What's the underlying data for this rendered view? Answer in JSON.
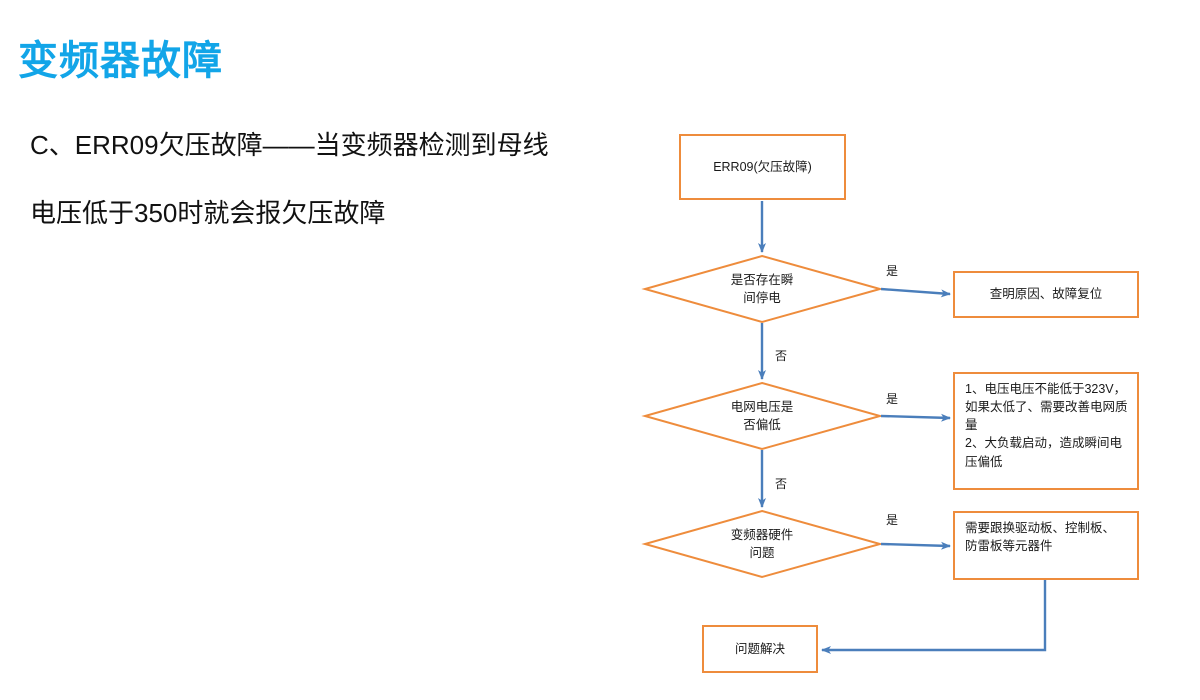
{
  "slide": {
    "title": "变频器故障",
    "title_color": "#12a5e8",
    "body_lines": [
      "C、ERR09欠压故障——当变频器检测到母线",
      "电压低于350时就会报欠压故障"
    ]
  },
  "flowchart": {
    "shape_border_color": "#ee8c3c",
    "connector_color": "#4a7ebb",
    "nodes": {
      "start": {
        "label": "ERR09(欠压故障)"
      },
      "decision_momentary_outage": {
        "line1": "是否存在瞬",
        "line2": "间停电"
      },
      "action_find_cause": {
        "label": "查明原因、故障复位"
      },
      "decision_grid_voltage_low": {
        "line1": "电网电压是",
        "line2": "否偏低"
      },
      "action_voltage_advice": {
        "line1": "1、电压电压不能低于323V，",
        "line2": "如果太低了、需要改善电网质",
        "line3": "量",
        "line4": "2、大负载启动，造成瞬间电",
        "line5": "压偏低"
      },
      "decision_hardware_issue": {
        "line1": "变频器硬件",
        "line2": "问题"
      },
      "action_replace_boards": {
        "line1": "需要跟换驱动板、控制板、",
        "line2": "防雷板等元器件"
      },
      "end_resolved": {
        "label": "问题解决"
      }
    },
    "edge_labels": {
      "yes_1": "是",
      "no_1": "否",
      "yes_2": "是",
      "no_2": "否",
      "yes_3": "是"
    }
  }
}
